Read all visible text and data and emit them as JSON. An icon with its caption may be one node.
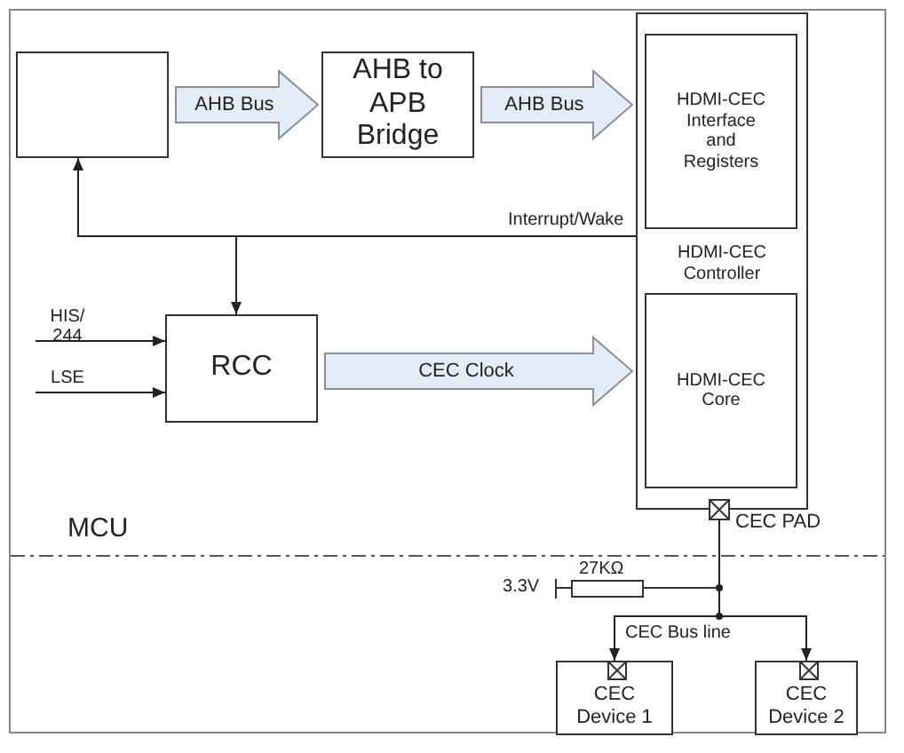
{
  "diagram": {
    "nodes": [
      {
        "text": [],
        "shape": "box"
      },
      {
        "text": [
          "AHB to APB Bridge"
        ]
      },
      {
        "text": [
          "HDMI-CEC Controller"
        ]
      },
      {
        "text": [
          "HDMI-CEC Interface and Registers"
        ],
        "in": 2
      },
      {
        "text": [
          "HDMI-CEC Core"
        ],
        "in": 2
      },
      {
        "text": [
          "RCC"
        ]
      },
      {
        "text": [],
        "shape": "box",
        "beside": [
          "CEC PAD"
        ]
      },
      {
        "text": [
          "CEC Device 1"
        ]
      },
      {
        "text": [
          "CEC Device 2"
        ]
      }
    ],
    "edges": [
      {
        "from": 0,
        "to": 1,
        "arrow": "to",
        "label": "AHB Bus",
        "style": "thick"
      },
      {
        "from": 1,
        "to": 2,
        "arrow": "to",
        "label": "AHB Bus",
        "style": "thick"
      },
      {
        "from": 2,
        "to": 0,
        "arrow": "to",
        "label": "Interrupt/Wake"
      },
      {
        "from": 2,
        "to": 5,
        "arrow": "to"
      },
      {
        "from": 5,
        "to": 2,
        "arrow": "to",
        "label": "CEC Clock",
        "style": "thick"
      },
      {
        "from": null,
        "to": 5,
        "arrow": "to",
        "label": "HIS/ 244"
      },
      {
        "from": null,
        "to": 5,
        "arrow": "to",
        "label": "LSE"
      },
      {
        "from": 6,
        "to": 7,
        "arrow": "to"
      },
      {
        "from": 6,
        "to": 8,
        "arrow": "to"
      }
    ],
    "labels": [
      "MCU",
      "27KΩ",
      "3.3V",
      "CEC Bus line"
    ]
  }
}
